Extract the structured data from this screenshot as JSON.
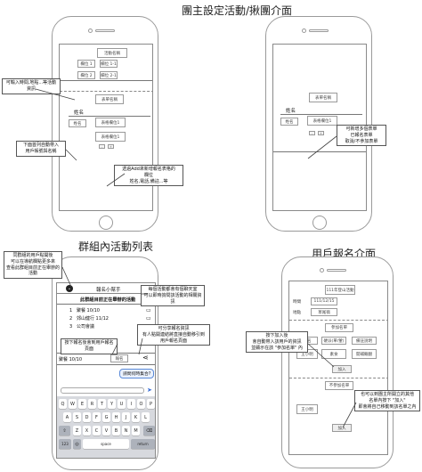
{
  "titles": {
    "top": "團主設定活動/揪團介面",
    "group_list": "群組內活動列表",
    "signup": "用戶報名介面"
  },
  "phone1": {
    "activity_name": "活動名稱",
    "fields": [
      "欄位 1",
      "欄位 1-1",
      "欄位 2",
      "欄位 2-1"
    ],
    "sheet_name": "表單名稱",
    "name_label": "姓名",
    "table_col": "表格欄位1",
    "notes": {
      "input": [
        "可輸入時間,地點...等活動",
        "資訊"
      ],
      "auto": [
        "下面首列自動帶入",
        "用戶帳號與名稱"
      ],
      "add": [
        "透過Add來新增報名表格的",
        "欄位",
        "姓名,電話,備註...等"
      ]
    }
  },
  "phone2": {
    "sheet_name": "表單名稱",
    "name_label": "姓名",
    "table_col": "表格欄位1",
    "note": [
      "可新增多個表單",
      "已報名表單",
      "取消/不參加表單"
    ]
  },
  "phone3": {
    "header": "報名小幫手",
    "banner": "此群組目前正在舉辦的活動",
    "items": [
      {
        "num": "1",
        "text": "聚餐 10/10"
      },
      {
        "num": "2",
        "text": "郊山健行 11/12"
      },
      {
        "num": "3",
        "text": "公司會議"
      }
    ],
    "bottom_item": "聚餐 10/10",
    "signup_btn": "報名",
    "bubble": "請問何時集合?",
    "notes": {
      "members": [
        "同群組的用戶點開後",
        "可以在導航欄點更多來",
        "查看此群組目前正在舉辦的",
        "活動"
      ],
      "icon": [
        "每個活動都會有個聊天室",
        "可以即時詢問該活動的相關資訊"
      ],
      "share": [
        "可分享報名資訊",
        "有人點開連結將直接自動移引到",
        "用戶報名頁面"
      ],
      "signup": [
        "按下報名後會到用戶報名頁面"
      ]
    },
    "keyboard": {
      "row1": [
        "Q",
        "W",
        "E",
        "R",
        "T",
        "Y",
        "U",
        "I",
        "O",
        "P"
      ],
      "row2": [
        "A",
        "S",
        "D",
        "F",
        "G",
        "H",
        "J",
        "K",
        "L"
      ],
      "row3": [
        "Z",
        "X",
        "C",
        "V",
        "B",
        "N",
        "M"
      ],
      "row4": [
        "123",
        "space",
        "return"
      ]
    }
  },
  "phone4": {
    "activity_title": "111年登山活動",
    "time_label": "時間",
    "time_value": "111/12/15",
    "place_label": "地點",
    "place_value": "草尾嶺",
    "signed_sheet": "參加名單",
    "cols": [
      "姓名",
      "硬派(單/葷)",
      "備註說明"
    ],
    "row": [
      "王小明",
      "素食",
      "開補繼翻"
    ],
    "join_btn": "加入",
    "not_join_sheet": "不參加名單",
    "not_join_name": "王小明",
    "notes": {
      "join": [
        "按下加入後",
        "會自動帶入該用戶的資訊",
        "並顯示在該 \"參加名單\" 內"
      ],
      "switch": [
        "也可以到團主所開立的其他",
        "名單內按下 \"加入\"",
        "即會將自己移動到該名單之內"
      ]
    }
  }
}
